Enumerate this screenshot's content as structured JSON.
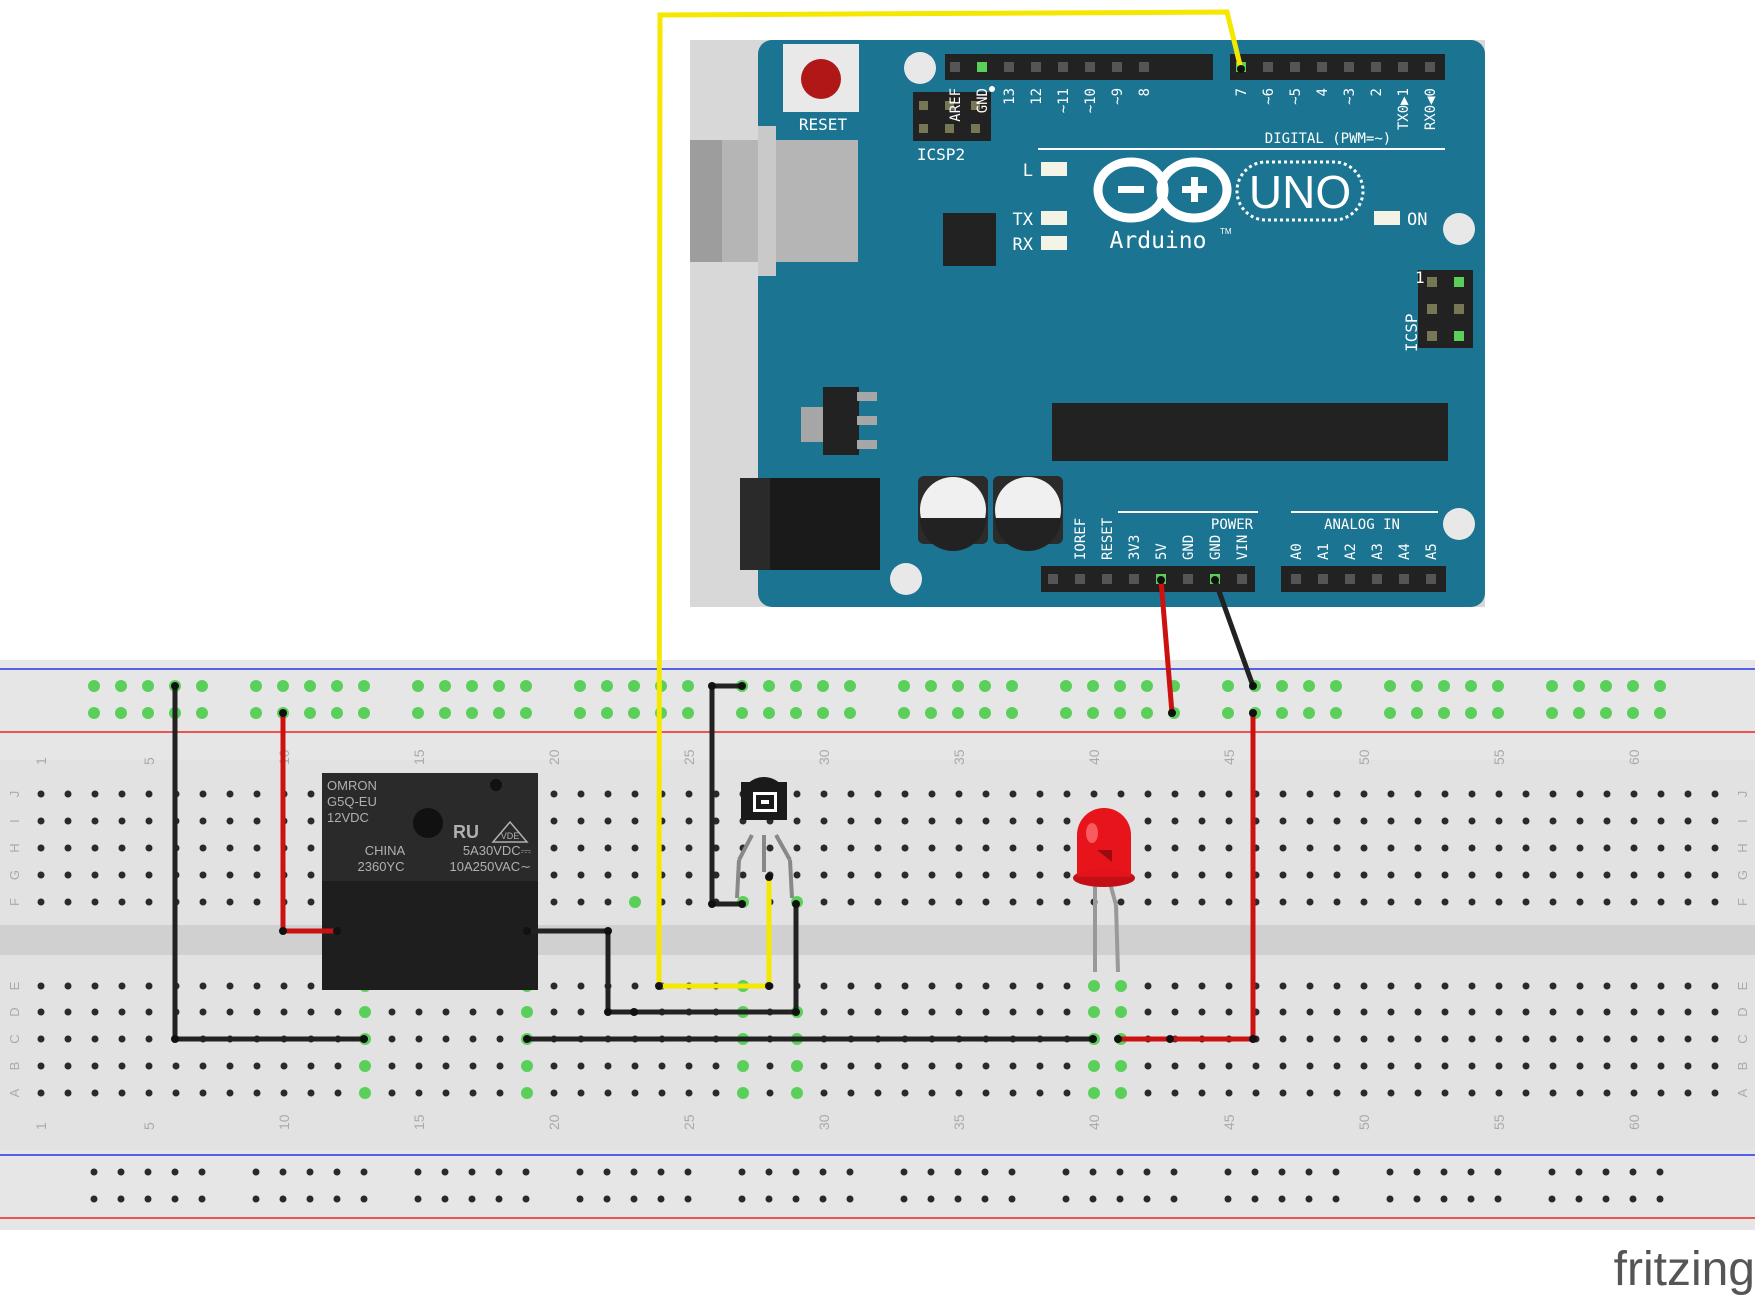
{
  "arduino": {
    "reset_label": "RESET",
    "icsp2_label": "ICSP2",
    "icsp_label": "ICSP",
    "icsp_pin1": "1",
    "led_l": "L",
    "led_tx": "TX",
    "led_rx": "RX",
    "led_on": "ON",
    "brand": "Arduino",
    "tm": "TM",
    "model": "UNO",
    "digital_label": "DIGITAL (PWM=~)",
    "power_label": "POWER",
    "analog_label": "ANALOG IN",
    "top_pins": [
      "AREF",
      "GND",
      "13",
      "12",
      "~11",
      "~10",
      "~9",
      "8",
      "7",
      "~6",
      "~5",
      "4",
      "~3",
      "2",
      "TX0▶1",
      "RX0◀0"
    ],
    "power_pins": [
      "IOREF",
      "RESET",
      "3V3",
      "5V",
      "GND",
      "GND",
      "VIN"
    ],
    "analog_pins": [
      "A0",
      "A1",
      "A2",
      "A3",
      "A4",
      "A5"
    ]
  },
  "relay": {
    "line1": "OMRON",
    "line2": "G5Q-EU",
    "line3": "12VDC",
    "line4": "CHINA",
    "line5": "2360YC",
    "rating1": "5A30VDC⎓",
    "rating2": "10A250VAC∼",
    "cert1": "RU",
    "cert2": "VDE"
  },
  "breadboard": {
    "column_numbers": [
      "1",
      "5",
      "10",
      "15",
      "20",
      "25",
      "30",
      "35",
      "40",
      "45",
      "50",
      "55",
      "60"
    ],
    "rows_top": [
      "J",
      "I",
      "H",
      "G",
      "F"
    ],
    "rows_bottom": [
      "E",
      "D",
      "C",
      "B",
      "A"
    ]
  },
  "colors": {
    "board_blue": "#1b7491",
    "wire_yellow": "#f5e800",
    "wire_red": "#cc1111",
    "wire_black": "#222222",
    "led_red": "#e8141c",
    "rail_blue": "#2233ee",
    "rail_red": "#ee2222"
  },
  "watermark": "fritzing"
}
